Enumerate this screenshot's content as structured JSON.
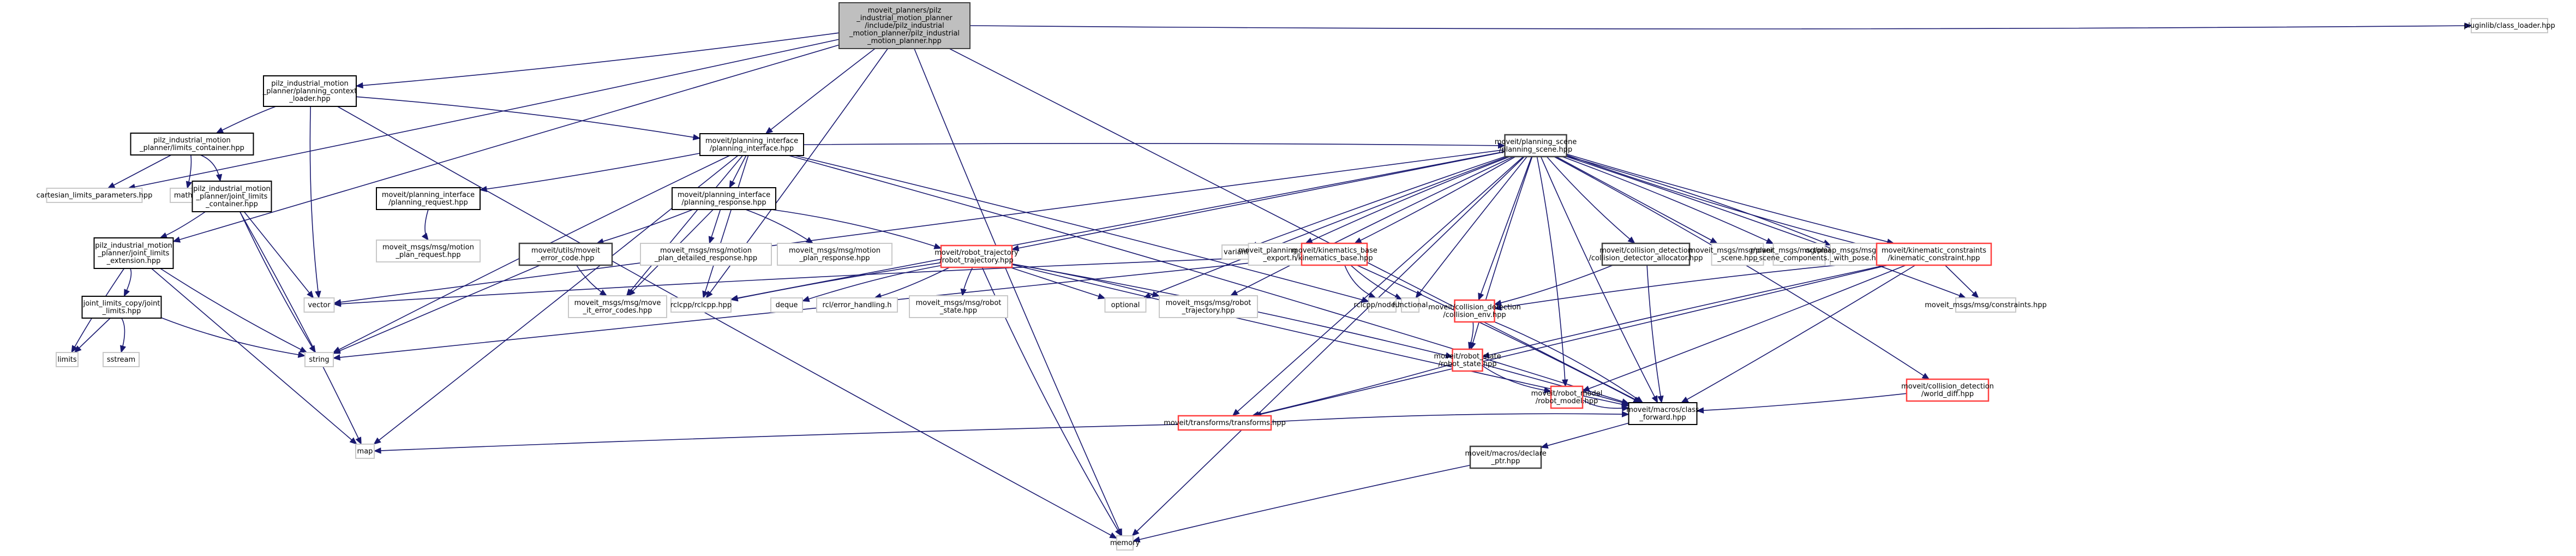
{
  "title": "Include dependency graph for pilz_industrial_motion_planner.hpp",
  "colors": {
    "edge": "#191970",
    "root_fill": "#bfbfbf",
    "local_border": "#000000",
    "system_border": "#c8c8c8",
    "truncated_border": "#ff4040"
  },
  "nodes": [
    {
      "id": "root",
      "kind": "root",
      "lines": [
        "moveit_planners/pilz",
        "_industrial_motion_planner",
        "/include/pilz_industrial",
        "_motion_planner/pilz_industrial",
        "_motion_planner.hpp"
      ]
    },
    {
      "id": "pcl",
      "kind": "local",
      "lines": [
        "pilz_industrial_motion",
        "_planner/planning_context",
        "_loader.hpp"
      ]
    },
    {
      "id": "lc",
      "kind": "local",
      "lines": [
        "pilz_industrial_motion",
        "_planner/limits_container.hpp"
      ]
    },
    {
      "id": "clp",
      "kind": "system",
      "lines": [
        "cartesian_limits_parameters.hpp"
      ]
    },
    {
      "id": "math",
      "kind": "system",
      "lines": [
        "math.h"
      ]
    },
    {
      "id": "jlc",
      "kind": "local",
      "lines": [
        "pilz_industrial_motion",
        "_planner/joint_limits",
        "_container.hpp"
      ]
    },
    {
      "id": "jle",
      "kind": "local",
      "lines": [
        "pilz_industrial_motion",
        "_planner/joint_limits",
        "_extension.hpp"
      ]
    },
    {
      "id": "jlcopy",
      "kind": "local",
      "lines": [
        "joint_limits_copy/joint",
        "_limits.hpp"
      ]
    },
    {
      "id": "limits",
      "kind": "system",
      "lines": [
        "limits"
      ]
    },
    {
      "id": "sstream",
      "kind": "system",
      "lines": [
        "sstream"
      ]
    },
    {
      "id": "string",
      "kind": "system",
      "lines": [
        "string"
      ]
    },
    {
      "id": "vector",
      "kind": "system",
      "lines": [
        "vector"
      ]
    },
    {
      "id": "map",
      "kind": "system",
      "lines": [
        "map"
      ]
    },
    {
      "id": "memory",
      "kind": "system",
      "lines": [
        "memory"
      ]
    },
    {
      "id": "pi",
      "kind": "local",
      "lines": [
        "moveit/planning_interface",
        "/planning_interface.hpp"
      ]
    },
    {
      "id": "preq",
      "kind": "local",
      "lines": [
        "moveit/planning_interface",
        "/planning_request.hpp"
      ]
    },
    {
      "id": "mpr",
      "kind": "system",
      "lines": [
        "moveit_msgs/msg/motion",
        "_plan_request.hpp"
      ]
    },
    {
      "id": "presp",
      "kind": "local",
      "lines": [
        "moveit/planning_interface",
        "/planning_response.hpp"
      ]
    },
    {
      "id": "mec",
      "kind": "dark",
      "lines": [
        "moveit/utils/moveit",
        "_error_code.hpp"
      ]
    },
    {
      "id": "mpdr",
      "kind": "system",
      "lines": [
        "moveit_msgs/msg/motion",
        "_plan_detailed_response.hpp"
      ]
    },
    {
      "id": "mpresp",
      "kind": "system",
      "lines": [
        "moveit_msgs/msg/motion",
        "_plan_response.hpp"
      ]
    },
    {
      "id": "mie",
      "kind": "system",
      "lines": [
        "moveit_msgs/msg/move",
        "_it_error_codes.hpp"
      ]
    },
    {
      "id": "rclcpp",
      "kind": "system",
      "lines": [
        "rclcpp/rclcpp.hpp"
      ]
    },
    {
      "id": "deque",
      "kind": "system",
      "lines": [
        "deque"
      ]
    },
    {
      "id": "rclerr",
      "kind": "system",
      "lines": [
        "rcl/error_handling.h"
      ]
    },
    {
      "id": "mrs",
      "kind": "system",
      "lines": [
        "moveit_msgs/msg/robot",
        "_state.hpp"
      ]
    },
    {
      "id": "rt",
      "kind": "red",
      "lines": [
        "moveit/robot_trajectory",
        "/robot_trajectory.hpp"
      ]
    },
    {
      "id": "optional",
      "kind": "system",
      "lines": [
        "optional"
      ]
    },
    {
      "id": "mrt",
      "kind": "system",
      "lines": [
        "moveit_msgs/msg/robot",
        "_trajectory.hpp"
      ]
    },
    {
      "id": "variant",
      "kind": "system",
      "lines": [
        "variant"
      ]
    },
    {
      "id": "mpse",
      "kind": "system",
      "lines": [
        "moveit_planning_scene",
        "_export.h"
      ]
    },
    {
      "id": "kb",
      "kind": "red",
      "lines": [
        "moveit/kinematics_base",
        "/kinematics_base.hpp"
      ]
    },
    {
      "id": "node",
      "kind": "system",
      "lines": [
        "rclcpp/node.hpp"
      ]
    },
    {
      "id": "functional",
      "kind": "system",
      "lines": [
        "functional"
      ]
    },
    {
      "id": "ps",
      "kind": "dark",
      "lines": [
        "moveit/planning_scene",
        "/planning_scene.hpp"
      ]
    },
    {
      "id": "cda",
      "kind": "dark",
      "lines": [
        "moveit/collision_detection",
        "/collision_detector_allocator.hpp"
      ]
    },
    {
      "id": "mps",
      "kind": "system",
      "lines": [
        "moveit_msgs/msg/planning",
        "_scene.hpp"
      ]
    },
    {
      "id": "mpsc",
      "kind": "system",
      "lines": [
        "moveit_msgs/msg/planning",
        "_scene_components.hpp"
      ]
    },
    {
      "id": "octo",
      "kind": "system",
      "lines": [
        "octomap_msgs/msg/octomap",
        "_with_pose.hpp"
      ]
    },
    {
      "id": "thread",
      "kind": "system",
      "lines": [
        "thread"
      ]
    },
    {
      "id": "kc",
      "kind": "red",
      "lines": [
        "moveit/kinematic_constraints",
        "/kinematic_constraint.hpp"
      ]
    },
    {
      "id": "mcon",
      "kind": "system",
      "lines": [
        "moveit_msgs/msg/constraints.hpp"
      ]
    },
    {
      "id": "cenv",
      "kind": "red",
      "lines": [
        "moveit/collision_detection",
        "/collision_env.hpp"
      ]
    },
    {
      "id": "rs",
      "kind": "red",
      "lines": [
        "moveit/robot_state",
        "/robot_state.hpp"
      ]
    },
    {
      "id": "tf",
      "kind": "red",
      "lines": [
        "moveit/transforms/transforms.hpp"
      ]
    },
    {
      "id": "rm",
      "kind": "red",
      "lines": [
        "moveit/robot_model",
        "/robot_model.hpp"
      ]
    },
    {
      "id": "wd",
      "kind": "red",
      "lines": [
        "moveit/collision_detection",
        "/world_diff.hpp"
      ]
    },
    {
      "id": "cf",
      "kind": "local",
      "lines": [
        "moveit/macros/class",
        "_forward.hpp"
      ]
    },
    {
      "id": "dp",
      "kind": "dark",
      "lines": [
        "moveit/macros/declare",
        "_ptr.hpp"
      ]
    },
    {
      "id": "cl",
      "kind": "system",
      "lines": [
        "pluginlib/class_loader.hpp"
      ]
    }
  ],
  "edges": [
    [
      "root",
      "pcl"
    ],
    [
      "root",
      "clp"
    ],
    [
      "root",
      "jle"
    ],
    [
      "root",
      "pi"
    ],
    [
      "root",
      "rclcpp"
    ],
    [
      "root",
      "cl"
    ],
    [
      "root",
      "memory"
    ],
    [
      "root",
      "cf"
    ],
    [
      "pcl",
      "lc"
    ],
    [
      "pcl",
      "pi"
    ],
    [
      "pcl",
      "vector"
    ],
    [
      "pcl",
      "memory"
    ],
    [
      "lc",
      "clp"
    ],
    [
      "lc",
      "math"
    ],
    [
      "lc",
      "jlc"
    ],
    [
      "jlc",
      "jle"
    ],
    [
      "jlc",
      "string"
    ],
    [
      "jlc",
      "vector"
    ],
    [
      "jlc",
      "map"
    ],
    [
      "jle",
      "jlcopy"
    ],
    [
      "jle",
      "limits"
    ],
    [
      "jle",
      "string"
    ],
    [
      "jle",
      "map"
    ],
    [
      "jlcopy",
      "limits"
    ],
    [
      "jlcopy",
      "sstream"
    ],
    [
      "jlcopy",
      "string"
    ],
    [
      "pi",
      "preq"
    ],
    [
      "pi",
      "presp"
    ],
    [
      "pi",
      "ps"
    ],
    [
      "pi",
      "string"
    ],
    [
      "pi",
      "map"
    ],
    [
      "pi",
      "mie"
    ],
    [
      "pi",
      "rclcpp"
    ],
    [
      "pi",
      "node"
    ],
    [
      "pi",
      "cf"
    ],
    [
      "preq",
      "mpr"
    ],
    [
      "presp",
      "mec"
    ],
    [
      "presp",
      "mpdr"
    ],
    [
      "presp",
      "mpresp"
    ],
    [
      "presp",
      "rt"
    ],
    [
      "presp",
      "mie"
    ],
    [
      "mec",
      "mie"
    ],
    [
      "mec",
      "string"
    ],
    [
      "rt",
      "rclcpp"
    ],
    [
      "rt",
      "deque"
    ],
    [
      "rt",
      "rclerr"
    ],
    [
      "rt",
      "mrs"
    ],
    [
      "rt",
      "optional"
    ],
    [
      "rt",
      "mrt"
    ],
    [
      "rt",
      "rs"
    ],
    [
      "rt",
      "memory"
    ],
    [
      "rt",
      "cf"
    ],
    [
      "ps",
      "rt"
    ],
    [
      "ps",
      "variant"
    ],
    [
      "ps",
      "mpse"
    ],
    [
      "ps",
      "kb"
    ],
    [
      "ps",
      "cda"
    ],
    [
      "ps",
      "mps"
    ],
    [
      "ps",
      "mpsc"
    ],
    [
      "ps",
      "octo"
    ],
    [
      "ps",
      "thread"
    ],
    [
      "ps",
      "kc"
    ],
    [
      "ps",
      "rclcpp"
    ],
    [
      "ps",
      "optional"
    ],
    [
      "ps",
      "mrt"
    ],
    [
      "ps",
      "functional"
    ],
    [
      "ps",
      "rs"
    ],
    [
      "ps",
      "cenv"
    ],
    [
      "ps",
      "tf"
    ],
    [
      "ps",
      "wd"
    ],
    [
      "ps",
      "memory"
    ],
    [
      "ps",
      "cf"
    ],
    [
      "ps",
      "vector"
    ],
    [
      "ps",
      "mcon"
    ],
    [
      "ps",
      "rm"
    ],
    [
      "kb",
      "node"
    ],
    [
      "kb",
      "functional"
    ],
    [
      "kb",
      "string"
    ],
    [
      "kb",
      "cf"
    ],
    [
      "kb",
      "vector"
    ],
    [
      "cda",
      "cenv"
    ],
    [
      "cda",
      "cf"
    ],
    [
      "kc",
      "mcon"
    ],
    [
      "kc",
      "rs"
    ],
    [
      "kc",
      "cenv"
    ],
    [
      "kc",
      "cf"
    ],
    [
      "kc",
      "rm"
    ],
    [
      "kc",
      "tf"
    ],
    [
      "cenv",
      "rs"
    ],
    [
      "cenv",
      "cf"
    ],
    [
      "rs",
      "rm"
    ],
    [
      "rs",
      "tf"
    ],
    [
      "rs",
      "cf"
    ],
    [
      "tf",
      "map"
    ],
    [
      "tf",
      "cf"
    ],
    [
      "rm",
      "cf"
    ],
    [
      "wd",
      "cf"
    ],
    [
      "cf",
      "dp"
    ],
    [
      "dp",
      "memory"
    ]
  ]
}
